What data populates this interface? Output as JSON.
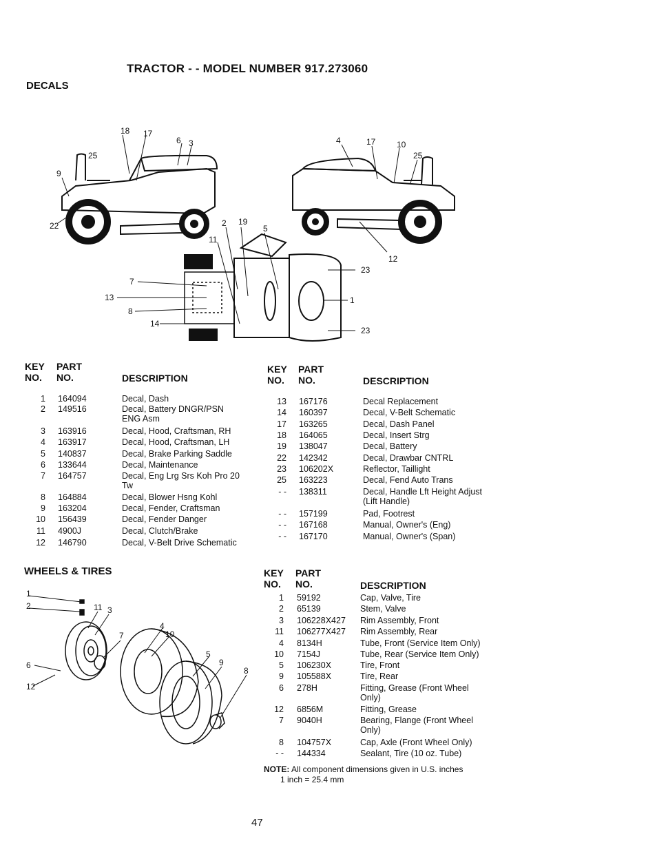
{
  "title": "TRACTOR - - MODEL NUMBER 917.273060",
  "decals": {
    "section": "DECALS",
    "headers": {
      "key_top": "KEY",
      "key_bottom": "NO.",
      "part_top": "PART",
      "part_bottom": "NO.",
      "desc": "DESCRIPTION"
    },
    "left_rows": [
      {
        "key": "1",
        "part": "164094",
        "desc": "Decal, Dash"
      },
      {
        "key": "2",
        "part": "149516",
        "desc": "Decal, Battery DNGR/PSN ENG Asm"
      },
      {
        "key": "3",
        "part": "163916",
        "desc": "Decal, Hood, Craftsman, RH"
      },
      {
        "key": "4",
        "part": "163917",
        "desc": "Decal, Hood, Craftsman, LH"
      },
      {
        "key": "5",
        "part": "140837",
        "desc": "Decal, Brake Parking Saddle"
      },
      {
        "key": "6",
        "part": "133644",
        "desc": "Decal, Maintenance"
      },
      {
        "key": "7",
        "part": "164757",
        "desc": "Decal, Eng Lrg Srs Koh Pro 20 Tw"
      },
      {
        "key": "8",
        "part": "164884",
        "desc": "Decal, Blower Hsng Kohl"
      },
      {
        "key": "9",
        "part": "163204",
        "desc": "Decal, Fender, Craftsman"
      },
      {
        "key": "10",
        "part": "156439",
        "desc": "Decal, Fender Danger"
      },
      {
        "key": "11",
        "part": "4900J",
        "desc": "Decal, Clutch/Brake"
      },
      {
        "key": "12",
        "part": "146790",
        "desc": "Decal, V-Belt Drive Schematic"
      }
    ],
    "right_rows": [
      {
        "key": "13",
        "part": "167176",
        "desc": "Decal Replacement"
      },
      {
        "key": "14",
        "part": "160397",
        "desc": "Decal, V-Belt Schematic"
      },
      {
        "key": "17",
        "part": "163265",
        "desc": "Decal, Dash Panel"
      },
      {
        "key": "18",
        "part": "164065",
        "desc": "Decal, Insert Strg"
      },
      {
        "key": "19",
        "part": "138047",
        "desc": "Decal, Battery"
      },
      {
        "key": "22",
        "part": "142342",
        "desc": "Decal, Drawbar CNTRL"
      },
      {
        "key": "23",
        "part": "106202X",
        "desc": "Reflector, Taillight"
      },
      {
        "key": "25",
        "part": "163223",
        "desc": "Decal, Fend Auto Trans"
      },
      {
        "key": "- -",
        "part": "138311",
        "desc": "Decal, Handle Lft Height Adjust (Lift Handle)"
      },
      {
        "key": "- -",
        "part": "157199",
        "desc": "Pad, Footrest"
      },
      {
        "key": "- -",
        "part": "167168",
        "desc": "Manual, Owner's (Eng)"
      },
      {
        "key": "- -",
        "part": "167170",
        "desc": "Manual, Owner's (Span)"
      }
    ]
  },
  "wheels": {
    "section": "WHEELS & TIRES",
    "headers": {
      "key_top": "KEY",
      "key_bottom": "NO.",
      "part_top": "PART",
      "part_bottom": "NO.",
      "desc": "DESCRIPTION"
    },
    "rows": [
      {
        "key": "1",
        "part": "59192",
        "desc": "Cap, Valve, Tire"
      },
      {
        "key": "2",
        "part": "65139",
        "desc": "Stem, Valve"
      },
      {
        "key": "3",
        "part": "106228X427",
        "desc": "Rim Assembly, Front"
      },
      {
        "key": "11",
        "part": "106277X427",
        "desc": "Rim Assembly, Rear"
      },
      {
        "key": "4",
        "part": "8134H",
        "desc": "Tube, Front (Service Item Only)"
      },
      {
        "key": "10",
        "part": "7154J",
        "desc": "Tube, Rear (Service Item Only)"
      },
      {
        "key": "5",
        "part": "106230X",
        "desc": "Tire, Front"
      },
      {
        "key": "9",
        "part": "105588X",
        "desc": "Tire, Rear"
      },
      {
        "key": "6",
        "part": "278H",
        "desc": "Fitting, Grease (Front Wheel Only)"
      },
      {
        "key": "12",
        "part": "6856M",
        "desc": "Fitting, Grease"
      },
      {
        "key": "7",
        "part": "9040H",
        "desc": "Bearing, Flange (Front Wheel Only)"
      },
      {
        "key": "8",
        "part": "104757X",
        "desc": "Cap, Axle (Front Wheel Only)"
      },
      {
        "key": "- -",
        "part": "144334",
        "desc": "Sealant, Tire (10 oz. Tube)"
      }
    ],
    "note_label": "NOTE:",
    "note_text": "All component dimensions given in U.S. inches",
    "note_line2": "1 inch = 25.4 mm"
  },
  "callouts": {
    "left_tractor": [
      "18",
      "17",
      "6",
      "3",
      "25",
      "9",
      "22"
    ],
    "right_tractor": [
      "4",
      "17",
      "10",
      "25",
      "12"
    ],
    "top_view": [
      "2",
      "19",
      "5",
      "11",
      "7",
      "13",
      "8",
      "14",
      "23",
      "1",
      "23"
    ],
    "wheels": [
      "1",
      "2",
      "11",
      "3",
      "7",
      "4",
      "10",
      "5",
      "9",
      "8",
      "6",
      "12"
    ]
  },
  "page_number": "47"
}
